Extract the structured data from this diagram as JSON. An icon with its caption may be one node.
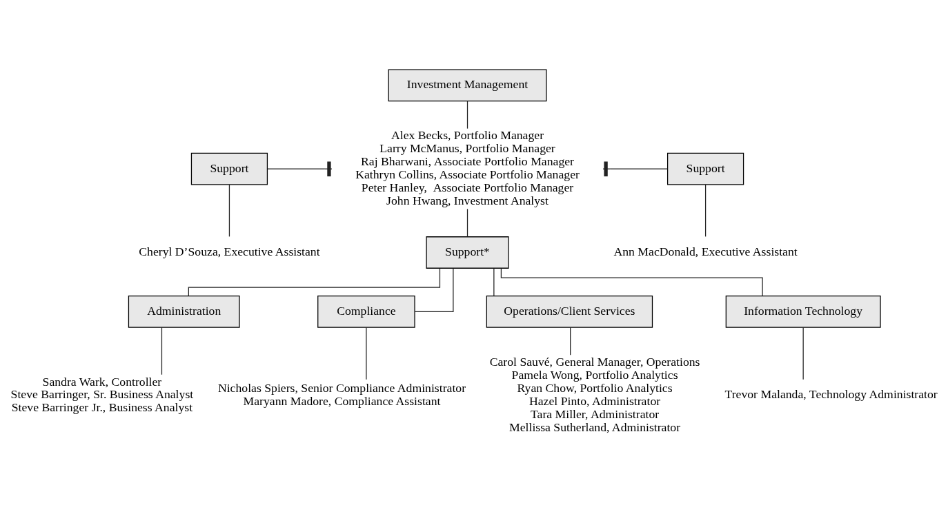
{
  "diagram": {
    "nodes": [
      {
        "text": [
          "Investment Management"
        ]
      },
      {
        "text": [
          "Alex Becks, Portfolio Manager",
          "Larry McManus, Portfolio Manager",
          "Raj Bharwani, Associate Portfolio Manager",
          "Kathryn Collins, Associate Portfolio Manager",
          "Peter Hanley,  Associate Portfolio Manager",
          "John Hwang, Investment Analyst"
        ]
      },
      {
        "text": [
          "Support"
        ]
      },
      {
        "text": [
          "Cheryl D’Souza, Executive Assistant"
        ]
      },
      {
        "text": [
          "Support"
        ]
      },
      {
        "text": [
          "Ann MacDonald, Executive Assistant"
        ]
      },
      {
        "text": [
          "Support*"
        ]
      },
      {
        "text": [
          "Administration"
        ]
      },
      {
        "text": [
          "Compliance"
        ]
      },
      {
        "text": [
          "Operations/Client Services"
        ]
      },
      {
        "text": [
          "Information Technology"
        ]
      },
      {
        "text": [
          "Sandra Wark, Controller",
          "Steve Barringer, Sr. Business Analyst",
          "Steve Barringer Jr., Business Analyst"
        ]
      },
      {
        "text": [
          "Nicholas Spiers, Senior Compliance Administrator",
          "Maryann Madore, Compliance Assistant"
        ]
      },
      {
        "text": [
          "Carol Sauvé, General Manager, Operations",
          "Pamela Wong, Portfolio Analytics",
          "Ryan Chow, Portfolio Analytics",
          "Hazel Pinto, Administrator",
          "Tara Miller, Administrator",
          "Mellissa Sutherland, Administrator"
        ]
      },
      {
        "text": [
          "Trevor Malanda, Technology Administrator"
        ]
      }
    ],
    "edges": [
      {
        "from": 0,
        "to": 1,
        "arrow": "none"
      },
      {
        "from": 2,
        "to": null,
        "arrow": "other"
      },
      {
        "from": 4,
        "to": null,
        "arrow": "other"
      },
      {
        "from": 2,
        "to": 3,
        "arrow": "none"
      },
      {
        "from": 4,
        "to": 5,
        "arrow": "none"
      },
      {
        "from": 1,
        "to": 6,
        "arrow": "none"
      },
      {
        "from": 6,
        "to": 7,
        "arrow": "none"
      },
      {
        "from": 6,
        "to": 8,
        "arrow": "none"
      },
      {
        "from": 6,
        "to": 9,
        "arrow": "none"
      },
      {
        "from": 6,
        "to": 10,
        "arrow": "none"
      },
      {
        "from": 7,
        "to": 11,
        "arrow": "none"
      },
      {
        "from": 8,
        "to": 12,
        "arrow": "none"
      },
      {
        "from": 9,
        "to": 13,
        "arrow": "none"
      },
      {
        "from": 10,
        "to": 14,
        "arrow": "none"
      }
    ]
  }
}
